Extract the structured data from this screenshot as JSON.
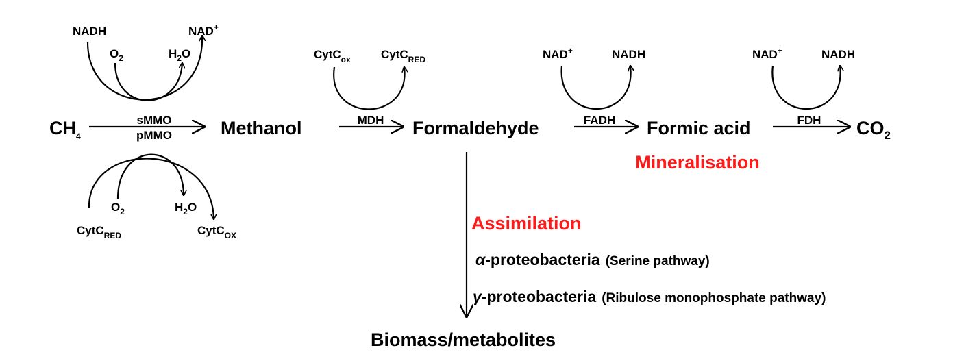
{
  "diagram": {
    "main_chain": {
      "methane": {
        "base": "CH",
        "sub": "4"
      },
      "methanol": "Methanol",
      "formaldehyde": "Formaldehyde",
      "formic_acid": "Formic acid",
      "co2": {
        "base": "CO",
        "sub": "2"
      }
    },
    "enzymes": {
      "smmo": "sMMO",
      "pmmo": "pMMO",
      "mdh": "MDH",
      "fadh": "FADH",
      "fdh": "FDH"
    },
    "cofactors": {
      "smmo_nadh": "NADH",
      "smmo_nad": "NAD",
      "smmo_nad_sup": "+",
      "smmo_o2": {
        "base": "O",
        "sub": "2"
      },
      "smmo_h2o": {
        "base": "H",
        "sub": "2",
        "tail": "O"
      },
      "pmmo_o2": {
        "base": "O",
        "sub": "2"
      },
      "pmmo_h2o": {
        "base": "H",
        "sub": "2",
        "tail": "O"
      },
      "pmmo_cytc_red": {
        "base": "CytC",
        "sub": "RED"
      },
      "pmmo_cytc_ox": {
        "base": "CytC",
        "sub": "OX"
      },
      "mdh_cytc_ox": {
        "base": "CytC",
        "sub": "ox"
      },
      "mdh_cytc_red": {
        "base": "CytC",
        "sub": "RED"
      },
      "fadh_nad": "NAD",
      "fadh_nad_sup": "+",
      "fadh_nadh": "NADH",
      "fdh_nad": "NAD",
      "fdh_nad_sup": "+",
      "fdh_nadh": "NADH"
    },
    "mineralisation": "Mineralisation",
    "assimilation": "Assimilation",
    "alpha": {
      "greek": "α",
      "name": "-proteobacteria",
      "pathway": "(Serine pathway)"
    },
    "gamma": {
      "greek": "γ",
      "name": "-proteobacteria",
      "pathway": "(Ribulose monophosphate pathway)"
    },
    "biomass": "Biomass/metabolites"
  },
  "colors": {
    "text": "#000000",
    "accent_red": "#ff1a1a",
    "background": "#ffffff"
  }
}
